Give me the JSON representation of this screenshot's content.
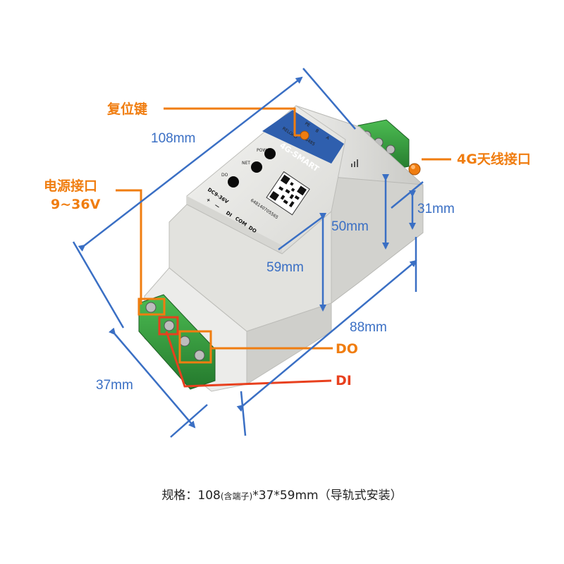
{
  "labels": {
    "reset_key": "复位键",
    "antenna_port": "4G天线接口",
    "power_port_line1": "电源接口",
    "power_port_line2": "9~36V",
    "do": "DO",
    "di": "DI"
  },
  "dimensions": {
    "length": "108mm",
    "height_total": "59mm",
    "height_mid": "50mm",
    "height_top": "31mm",
    "depth": "88mm",
    "width": "37mm"
  },
  "device": {
    "brand": "4G-SMART",
    "reload": "RELOAD",
    "rs485": "RS485",
    "pe": "PE",
    "b": "B",
    "a": "A",
    "pow": "POW",
    "net": "NET",
    "do": "DO",
    "serial": "648140705565",
    "power_rating": "DC9-36V",
    "plus": "+",
    "minus": "—",
    "di": "DI",
    "com": "COM",
    "do_term": "DO"
  },
  "caption": {
    "prefix": "规格：108",
    "note": "(含端子)",
    "suffix": "*37*59mm（导轨式安装）"
  },
  "colors": {
    "orange": "#f07d10",
    "red": "#e8401e",
    "blue": "#3a6fc4",
    "housing": "#e8e8e4",
    "terminal_green": "#3aa443",
    "label_band": "#2f5fae"
  }
}
